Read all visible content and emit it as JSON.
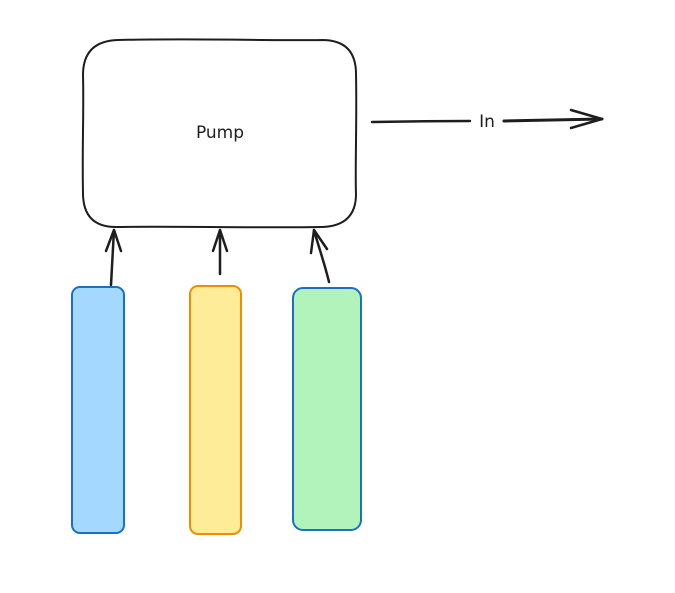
{
  "pump": {
    "label": "Pump",
    "stroke": "#1e1e1e",
    "fill": "#ffffff"
  },
  "output_arrow": {
    "label": "In",
    "stroke": "#1e1e1e"
  },
  "containers": [
    {
      "name": "blue-container",
      "fill": "#a5d8ff",
      "stroke": "#1971c2"
    },
    {
      "name": "yellow-container",
      "fill": "#ffec99",
      "stroke": "#f08c00"
    },
    {
      "name": "green-container",
      "fill": "#b2f2bb",
      "stroke": "#1971c2"
    }
  ],
  "colors": {
    "background": "#ffffff",
    "ink": "#1e1e1e"
  }
}
